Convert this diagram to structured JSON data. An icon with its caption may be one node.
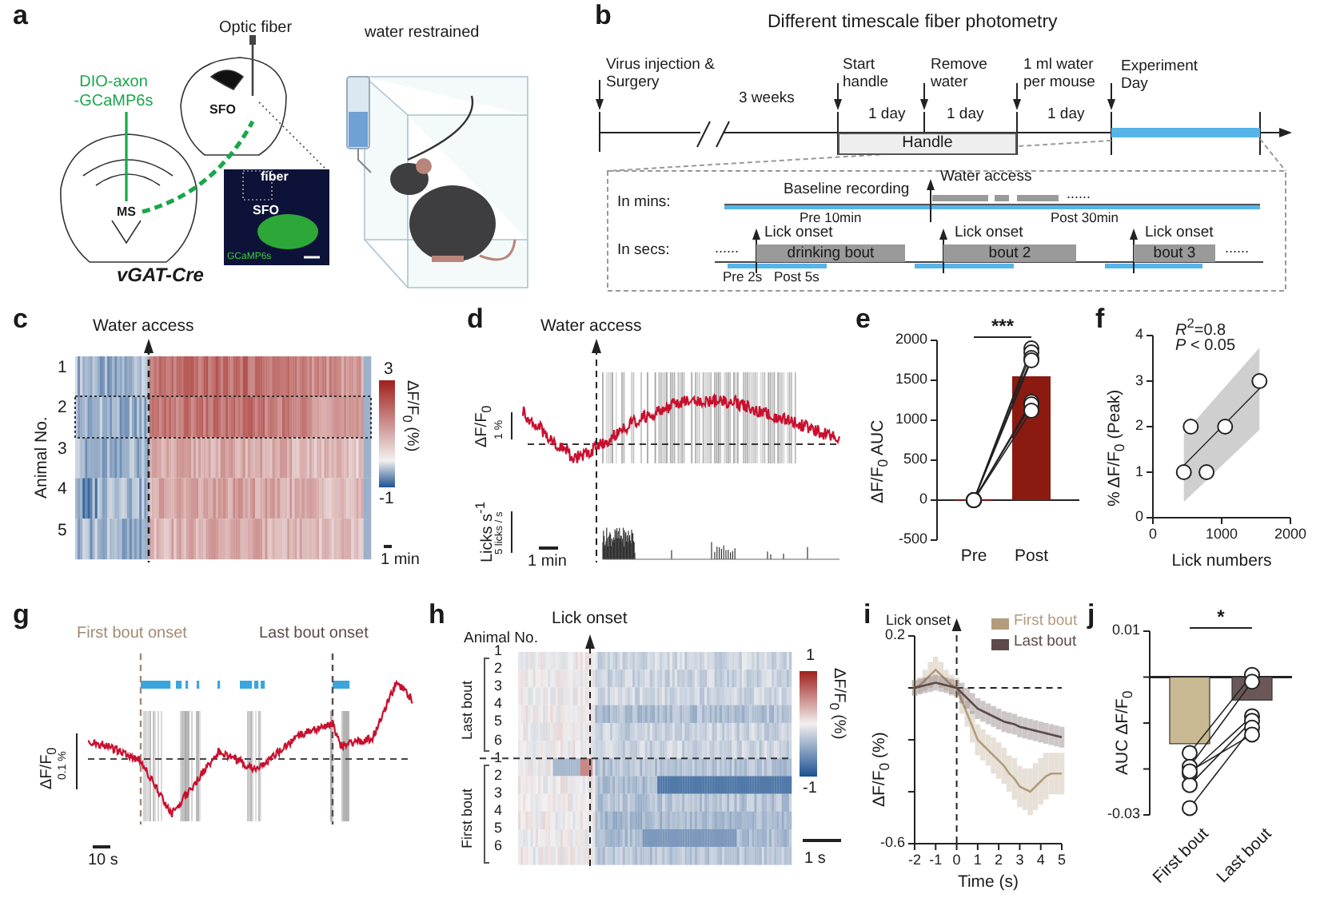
{
  "diagram": {
    "nodes": [
      {
        "text": [
          "Handle"
        ]
      },
      {
        "text": [],
        "shape": "bar"
      },
      {
        "text": [],
        "shape": "bar"
      },
      {
        "text": [],
        "shape": "bar"
      },
      {
        "text": [
          "drinking bout"
        ]
      },
      {
        "text": [
          "bout 2"
        ]
      },
      {
        "text": [
          "bout 3"
        ]
      },
      {
        "text": [
          "MS"
        ]
      },
      {
        "text": [
          "SFO"
        ]
      },
      {
        "text": [
          "fiber",
          "SFO",
          "GCaMP6s"
        ]
      }
    ],
    "edges": [
      {
        "from": 7,
        "to": 8,
        "arrow": "none",
        "style": "dashed",
        "color": "#1aa64a"
      },
      {
        "from": 8,
        "to": 9,
        "arrow": "none",
        "style": "dashed",
        "color": "#555555"
      }
    ],
    "labels": [
      "a",
      "DIO-axon -GCaMP6s",
      "Optic fiber",
      "water restrained",
      "vGAT-Cre",
      "b",
      "Different timescale fiber photometry",
      "Virus injection & Surgery",
      "3 weeks",
      "Start handle",
      "Remove water",
      "1 ml water per mouse",
      "Experiment Day",
      "1 day",
      "1 day",
      "1 day",
      "In mins:",
      "Baseline recording",
      "Water access",
      "......",
      "Pre 10min",
      "Post 30min",
      "In secs:",
      "......",
      "Lick onset",
      "Lick onset",
      "Lick onset",
      "......",
      "Pre 2s",
      "Post 5s",
      "c",
      "Water access",
      "1",
      "2",
      "3",
      "4",
      "5",
      "Animal No.",
      "3",
      "-1",
      "ΔF/F$_{0}$ (%)",
      "1 min",
      "d",
      "Water access",
      "ΔF/F$_{0}$",
      "1 %",
      "Licks s$^{-1}$",
      "5 licks / s",
      "1 min",
      "e",
      "f",
      "g",
      "First bout onset",
      "Last bout onset",
      "ΔF/F$_{0}$",
      "0.1 %",
      "10 s",
      "h",
      "Lick onset",
      "Animal No.",
      "Last bout",
      "1",
      "2",
      "3",
      "4",
      "5",
      "6",
      "First bout",
      "1",
      "2",
      "3",
      "4",
      "5",
      "6",
      "1",
      "-1",
      "ΔF/F$_{0}$ (%)",
      "1 s",
      "i",
      "j"
    ],
    "chart_data": [
      {
        "type": "bar",
        "ylabel": "ΔF/F$_{0}$ AUC",
        "categories": [
          "Pre",
          "Post"
        ],
        "values": [
          0,
          1550
        ],
        "ylim": [
          -500,
          2000
        ],
        "yticks": [
          -500,
          0,
          500,
          1000,
          1500,
          2000
        ],
        "annotations": [
          "***"
        ]
      },
      {
        "type": "scatter",
        "xlabel": "Lick numbers",
        "ylabel": "% ΔF/F$_{0}$ (Peak)",
        "x": [
          450,
          550,
          780,
          1050,
          1550
        ],
        "values": [
          1,
          2,
          1,
          2,
          3
        ],
        "xlim": [
          0,
          2000
        ],
        "ylim": [
          0,
          4
        ],
        "xticks": [
          0,
          1000,
          2000
        ],
        "yticks": [
          0,
          1,
          2,
          3,
          4
        ],
        "annotations": [
          "*R*$^{2}$=0.8",
          "*P* < 0.05"
        ]
      },
      {
        "type": "line",
        "xlabel": "Time (s)",
        "ylabel": "ΔF/F$_{0}$ (%)",
        "x": [
          -2,
          -1.75,
          -1.5,
          -1.25,
          -1,
          -0.75,
          -0.5,
          -0.25,
          0,
          0.25,
          0.5,
          0.75,
          1,
          1.25,
          1.5,
          1.75,
          2,
          2.25,
          2.5,
          2.75,
          3,
          3.25,
          3.5,
          3.75,
          4,
          4.25,
          4.5,
          4.75,
          5
        ],
        "series": [
          {
            "name": "First bout",
            "color": "#b39b7d",
            "values": [
              0,
              0.01,
              0.03,
              0.05,
              0.07,
              0.05,
              0.03,
              0.01,
              0,
              -0.05,
              -0.1,
              -0.15,
              -0.2,
              -0.22,
              -0.24,
              -0.26,
              -0.28,
              -0.3,
              -0.33,
              -0.35,
              -0.38,
              -0.39,
              -0.4,
              -0.38,
              -0.36,
              -0.34,
              -0.33,
              -0.33,
              -0.33
            ],
            "errors": [
              0.03,
              0.03,
              0.04,
              0.05,
              0.05,
              0.05,
              0.04,
              0.04,
              0.04,
              0.05,
              0.05,
              0.06,
              0.06,
              0.06,
              0.06,
              0.07,
              0.07,
              0.07,
              0.07,
              0.08,
              0.08,
              0.08,
              0.09,
              0.09,
              0.09,
              0.09,
              0.08,
              0.08,
              0.08
            ]
          },
          {
            "name": "Last bout",
            "color": "#5e4a4a",
            "values": [
              0,
              0.005,
              0.01,
              0.015,
              0.02,
              0.015,
              0.01,
              0.005,
              0,
              -0.02,
              -0.04,
              -0.06,
              -0.08,
              -0.09,
              -0.1,
              -0.11,
              -0.12,
              -0.13,
              -0.135,
              -0.14,
              -0.15,
              -0.155,
              -0.16,
              -0.165,
              -0.17,
              -0.175,
              -0.18,
              -0.185,
              -0.19
            ],
            "errors": [
              0.03,
              0.03,
              0.03,
              0.03,
              0.03,
              0.03,
              0.03,
              0.03,
              0.03,
              0.04,
              0.04,
              0.04,
              0.04,
              0.04,
              0.04,
              0.04,
              0.04,
              0.04,
              0.04,
              0.04,
              0.04,
              0.04,
              0.04,
              0.04,
              0.04,
              0.04,
              0.04,
              0.04,
              0.04
            ]
          }
        ],
        "xlim": [
          -2,
          5
        ],
        "ylim": [
          -0.6,
          0.2
        ],
        "xticks": [
          -2,
          -1,
          0,
          1,
          2,
          3,
          4,
          5
        ],
        "yticks": [
          -0.6,
          0.2
        ],
        "ref_lines": [
          {
            "axis": "y",
            "value": 0
          },
          {
            "axis": "x",
            "value": 0
          }
        ],
        "legend": "upper right",
        "annotations": [
          "Lick onset"
        ]
      },
      {
        "type": "bar",
        "ylabel": "AUC ΔF/F$_{0}$",
        "categories": [
          "First bout",
          "Last bout"
        ],
        "values": [
          -0.0145,
          -0.005
        ],
        "ylim": [
          -0.03,
          0.01
        ],
        "yticks": [
          -0.03,
          0.01
        ],
        "annotations": [
          "*"
        ]
      }
    ]
  }
}
